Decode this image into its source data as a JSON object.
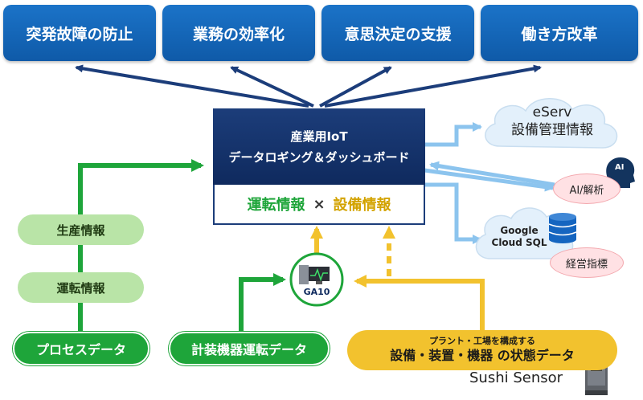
{
  "goals": [
    "突発故障の防止",
    "業務の効率化",
    "意思決定の支援",
    "働き方改革"
  ],
  "hub": {
    "title_line1": "産業用IoT",
    "title_line2": "データロギング＆ダッシュボード",
    "info_left": "運転情報",
    "info_times": "×",
    "info_right": "設備情報"
  },
  "left_chain": {
    "production_info": "生産情報",
    "operation_info": "運転情報",
    "process_data": "プロセスデータ"
  },
  "instrument_data": "計装機器運転データ",
  "equipment": {
    "subtitle": "プラント・工場を構成する",
    "title": "設備・装置・機器 の状態データ"
  },
  "sensor_label": "Sushi Sensor",
  "device_label": "GA10",
  "right": {
    "eserv_line1": "eServ",
    "eserv_line2": "設備管理情報",
    "ai_badge": "AI",
    "ai_label": "AI/解析",
    "gcloud_line1": "Google",
    "gcloud_line2": "Cloud SQL",
    "mgmt_label": "経営指標"
  },
  "colors": {
    "goal_blue": "#1565c0",
    "hub_navy": "#1c3d7a",
    "green": "#1ea53a",
    "light_green": "#b9e4a7",
    "gold": "#f2c22e",
    "light_blue": "#8cc4ee",
    "pink": "#ffe1e4"
  }
}
